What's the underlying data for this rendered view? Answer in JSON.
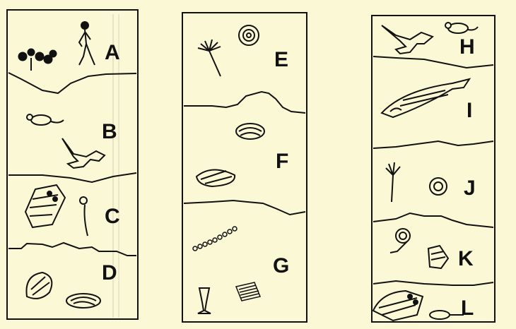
{
  "colors": {
    "paper": "#fbf8d6",
    "ink": "#111111"
  },
  "columns": [
    {
      "id": "left",
      "layers": [
        {
          "label": "A",
          "fossils": [
            "plant-icon",
            "human-icon"
          ]
        },
        {
          "label": "B",
          "fossils": [
            "small-mammal-icon",
            "dinosaur-icon"
          ]
        },
        {
          "label": "C",
          "fossils": [
            "trilobite-icon",
            "seed-fern-icon"
          ]
        },
        {
          "label": "D",
          "fossils": [
            "brachiopod-icon",
            "snail-shell-icon"
          ]
        }
      ]
    },
    {
      "id": "middle",
      "layers": [
        {
          "label": "E",
          "fossils": [
            "crinoid-icon",
            "ammonite-icon"
          ]
        },
        {
          "label": "F",
          "fossils": [
            "snail-shell-icon",
            "brachiopod-icon"
          ]
        },
        {
          "label": "G",
          "fossils": [
            "algae-chain-icon",
            "cup-coral-icon",
            "coral-icon"
          ]
        }
      ]
    },
    {
      "id": "right",
      "layers": [
        {
          "label": "H",
          "fossils": [
            "dinosaur-icon",
            "small-mammal-icon"
          ]
        },
        {
          "label": "I",
          "fossils": [
            "fish-icon"
          ]
        },
        {
          "label": "J",
          "fossils": [
            "crinoid-icon",
            "ammonite-icon"
          ]
        },
        {
          "label": "K",
          "fossils": [
            "nautiloid-icon",
            "trilobite-icon"
          ]
        },
        {
          "label": "L",
          "fossils": [
            "trilobite-icon",
            "snail-shell-icon"
          ]
        }
      ]
    }
  ]
}
